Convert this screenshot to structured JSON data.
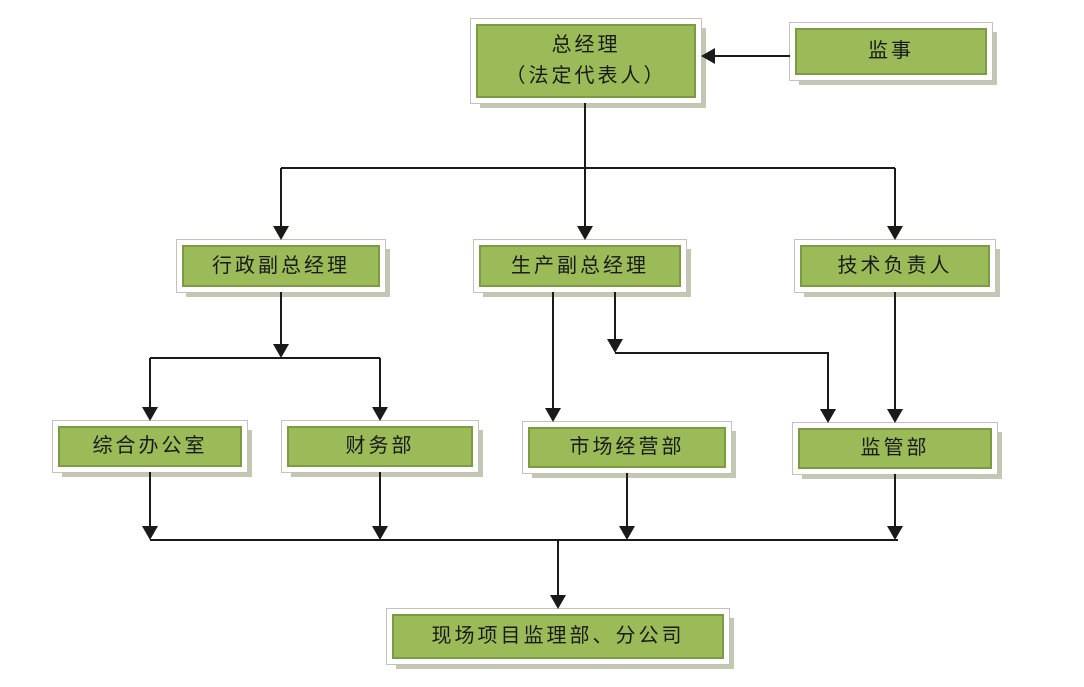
{
  "diagram": {
    "type": "org-chart",
    "nodes": {
      "general_manager": {
        "label_line1": "总经理",
        "label_line2": "（法定代表人）"
      },
      "supervisor": {
        "label": "监事"
      },
      "admin_vice_gm": {
        "label": "行政副总经理"
      },
      "production_vice_gm": {
        "label": "生产副总经理"
      },
      "technical_director": {
        "label": "技术负责人"
      },
      "general_office": {
        "label": "综合办公室"
      },
      "finance_dept": {
        "label": "财务部"
      },
      "market_operations_dept": {
        "label": "市场经营部"
      },
      "supervision_dept": {
        "label": "监管部"
      },
      "site_supervision_dept": {
        "label": "现场项目监理部、分公司"
      }
    },
    "edges": [
      {
        "from": "supervisor",
        "to": "general_manager"
      },
      {
        "from": "general_manager",
        "to": "admin_vice_gm"
      },
      {
        "from": "general_manager",
        "to": "production_vice_gm"
      },
      {
        "from": "general_manager",
        "to": "technical_director"
      },
      {
        "from": "admin_vice_gm",
        "to": "general_office"
      },
      {
        "from": "admin_vice_gm",
        "to": "finance_dept"
      },
      {
        "from": "production_vice_gm",
        "to": "market_operations_dept"
      },
      {
        "from": "production_vice_gm",
        "to": "supervision_dept"
      },
      {
        "from": "technical_director",
        "to": "supervision_dept"
      },
      {
        "from": "general_office",
        "to": "site_supervision_dept"
      },
      {
        "from": "finance_dept",
        "to": "site_supervision_dept"
      },
      {
        "from": "market_operations_dept",
        "to": "site_supervision_dept"
      },
      {
        "from": "supervision_dept",
        "to": "site_supervision_dept"
      }
    ],
    "colors": {
      "node_fill": "#9bbb59",
      "node_border": "#7d9b44",
      "node_shadow": "#c2c8b1",
      "line": "#1a1a1a"
    }
  }
}
